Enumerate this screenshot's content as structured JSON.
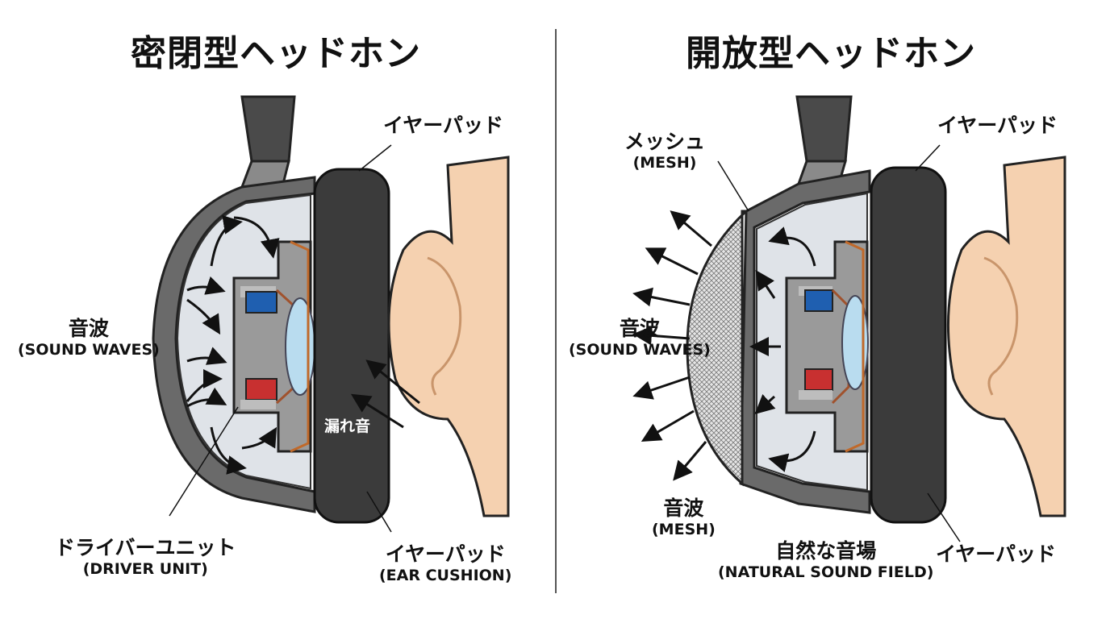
{
  "left": {
    "title": "密閉型ヘッドホン",
    "ear_pad_top": "イヤーパッド",
    "sound_waves_jp": "音波",
    "sound_waves_en": "(SOUND WAVES)",
    "leak_sound": "漏れ音",
    "driver_jp": "ドライバーユニット",
    "driver_en": "(DRIVER UNIT)",
    "ear_pad_bottom_jp": "イヤーパッド",
    "ear_pad_bottom_en": "(EAR CUSHION)"
  },
  "right": {
    "title": "開放型ヘッドホン",
    "mesh_jp": "メッシュ",
    "mesh_en": "(MESH)",
    "ear_pad_top": "イヤーパッド",
    "sound_waves_jp": "音波",
    "sound_waves_en": "(SOUND WAVES)",
    "sound_waves2_jp": "音波",
    "sound_waves2_en": "(MESH)",
    "natural_jp": "自然な音場",
    "natural_en": "(NATURAL SOUND FIELD)",
    "ear_pad_bottom": "イヤーパッド"
  },
  "colors": {
    "cushion": "#3b3b3b",
    "shell": "#6a6a6a",
    "cavity": "#dfe3e8",
    "magnet_blue": "#1f5fb0",
    "magnet_red": "#c83030",
    "skin": "#f5d1b0",
    "diaphragm": "#b9dcef"
  }
}
